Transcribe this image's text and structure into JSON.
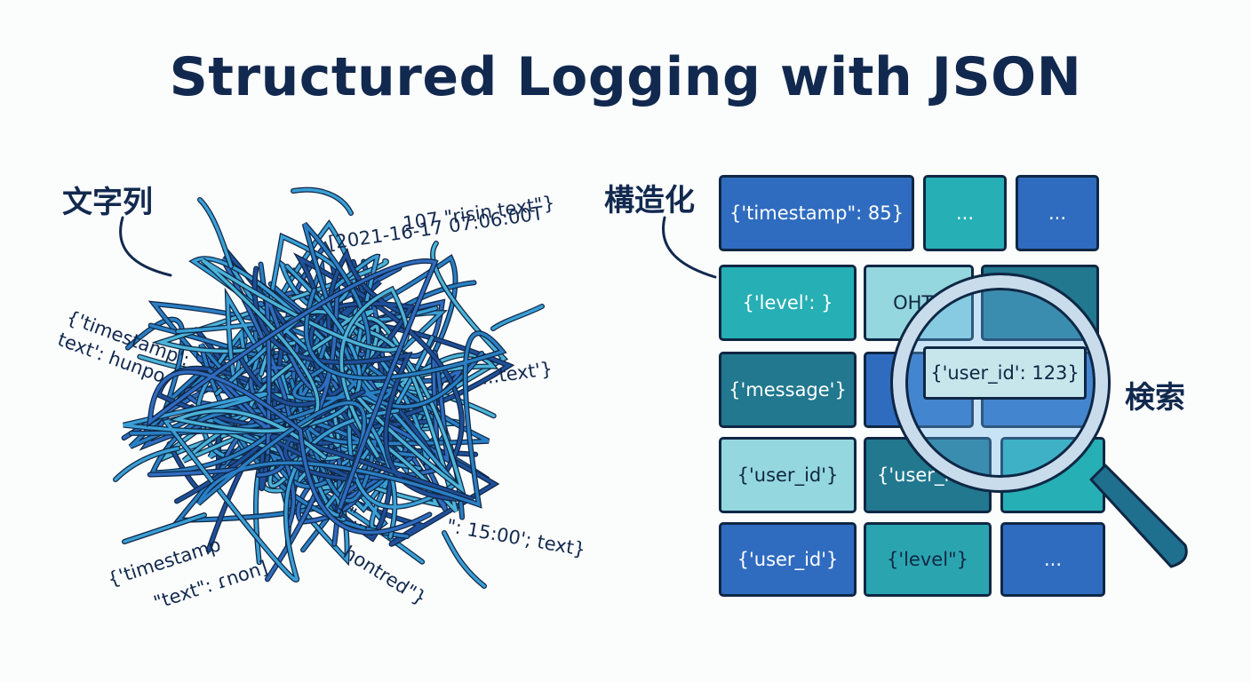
{
  "title": "Structured Logging with JSON",
  "left": {
    "label": "文字列",
    "fragments": [
      "[2021-16-17 07:06:00T",
      "107 \"risin text\"}",
      "{'timestamp':",
      "text': hunpo",
      "...text'}",
      "{'timestamp",
      "\"text\": ɾnon]",
      "\": 15:00'; text}",
      "{\"...",
      "hontred\"}"
    ]
  },
  "right": {
    "label_structured": "構造化",
    "label_search": "検索",
    "rows": [
      [
        "{'timestamp\": 85}",
        "...",
        "..."
      ],
      [
        "{'level': }",
        "OHTP",
        ""
      ],
      [
        "{'message'}",
        "",
        ""
      ],
      [
        "{'user_id'}",
        "{'user_i",
        ""
      ],
      [
        "{'user_id'}",
        "{'level\"}",
        "..."
      ]
    ],
    "magnified": "{'user_id': 123}"
  },
  "colors": {
    "navy": "#12294f",
    "blue": "#2f6cc0",
    "teal": "#26afb4",
    "dark_teal": "#21788f",
    "light_teal": "#94d7de",
    "lens": "#c9dcec"
  }
}
